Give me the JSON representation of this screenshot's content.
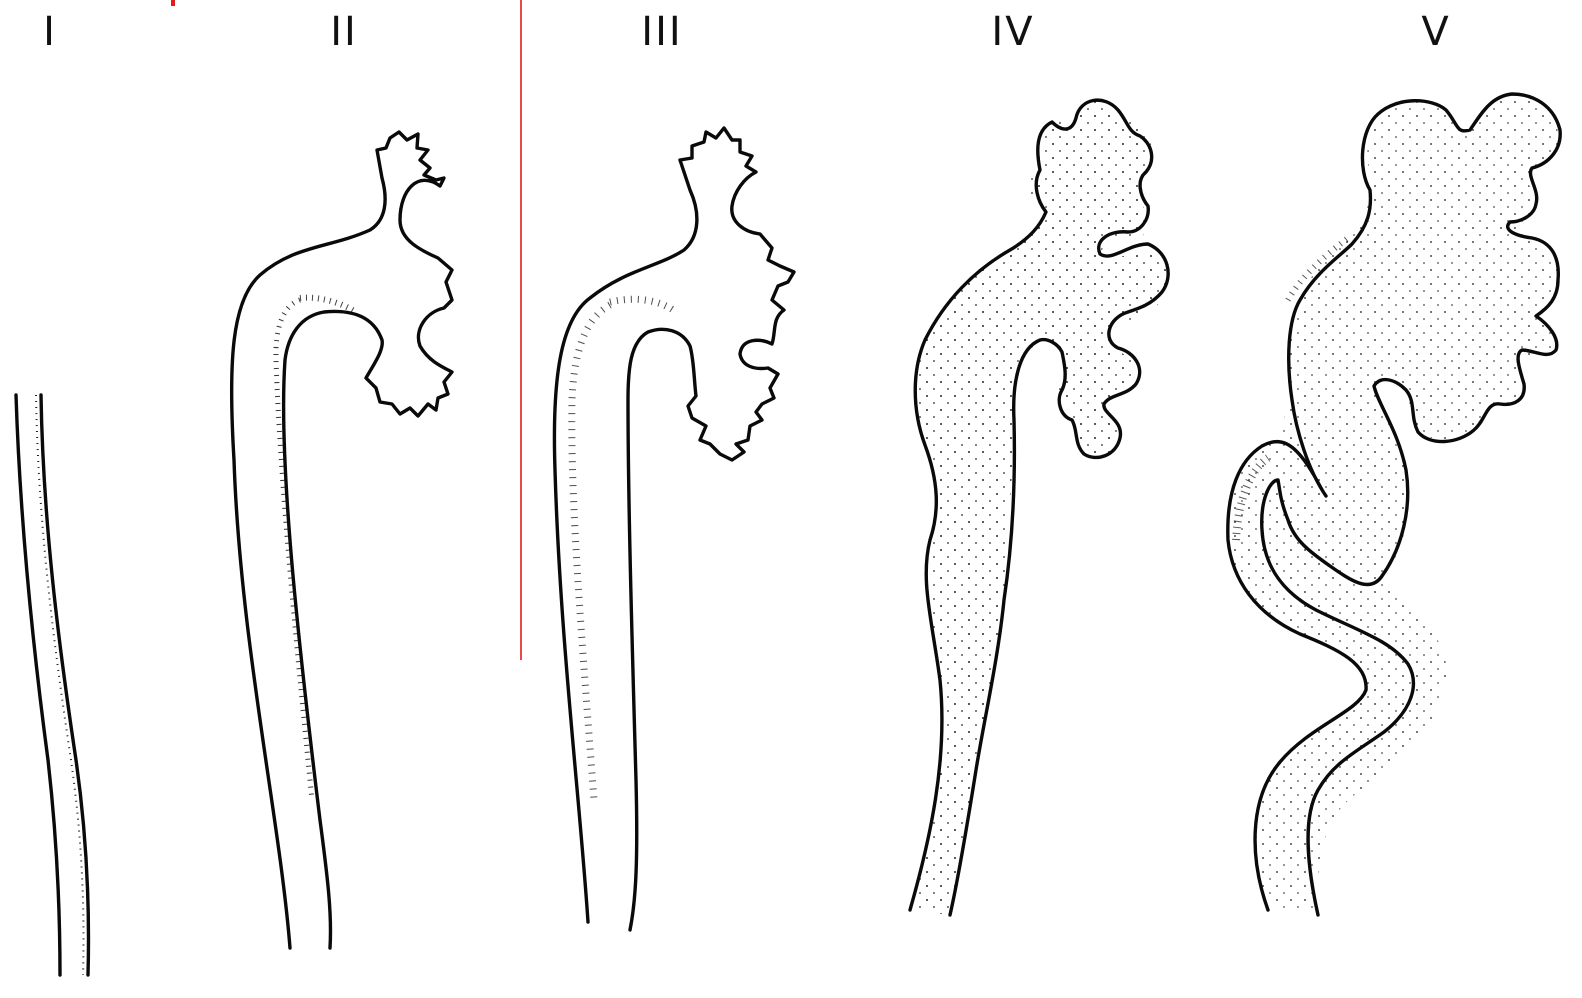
{
  "figure": {
    "stages": [
      {
        "label": "I"
      },
      {
        "label": "II"
      },
      {
        "label": "III"
      },
      {
        "label": "IV"
      },
      {
        "label": "V"
      }
    ]
  },
  "colors": {
    "ink": "#0a0a0a",
    "stipple": "#111111",
    "background": "#ffffff",
    "divider": "#e21b1b"
  }
}
